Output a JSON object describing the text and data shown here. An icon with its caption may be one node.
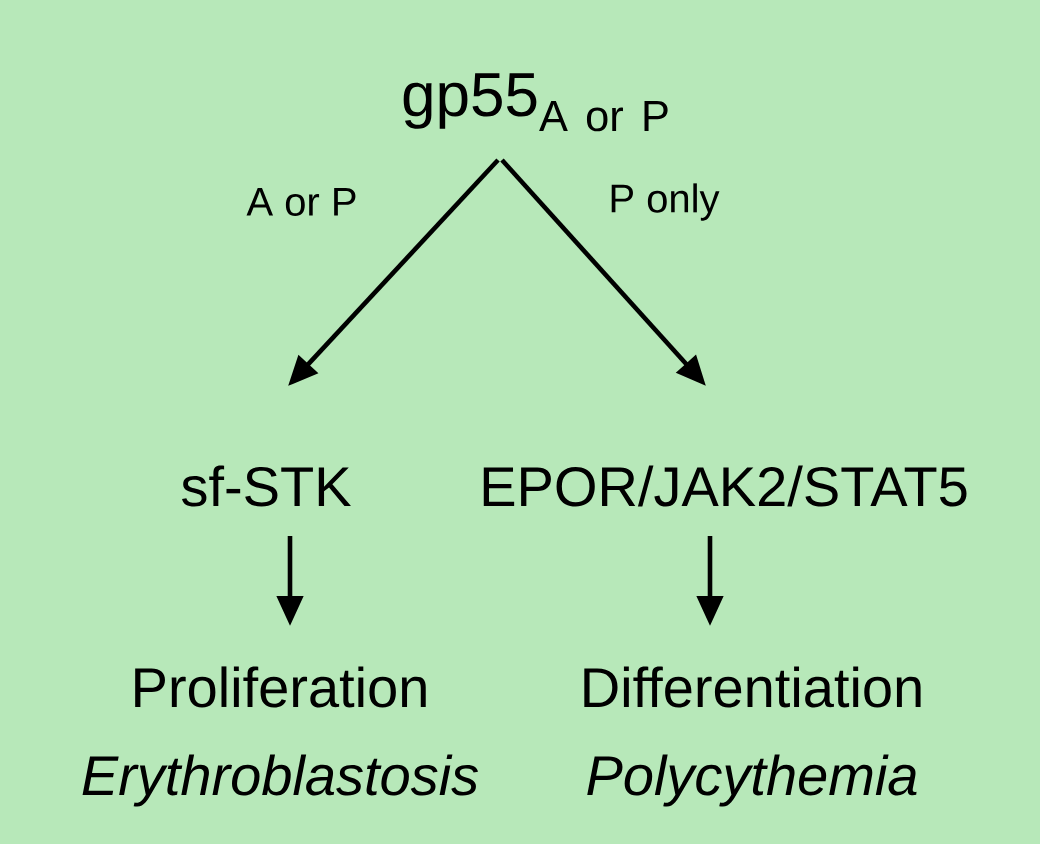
{
  "diagram": {
    "nodes": [
      {
        "text": [
          "\\mathrm{gp55}_{\\mathrm{A\\ or\\ P}}"
        ]
      },
      {
        "text": [
          "sf-STK"
        ]
      },
      {
        "text": [
          "EPOR/JAK2/STAT5"
        ]
      },
      {
        "text": [
          "Proliferation",
          "Erythroblastosis"
        ]
      },
      {
        "text": [
          "Differentiation",
          "Polycythemia"
        ]
      }
    ],
    "edges": [
      {
        "from": 0,
        "to": 1,
        "arrow": "to",
        "label": "A or P"
      },
      {
        "from": 0,
        "to": 2,
        "arrow": "to",
        "label": "P only"
      },
      {
        "from": 1,
        "to": 3,
        "arrow": "to"
      },
      {
        "from": 2,
        "to": 4,
        "arrow": "to"
      }
    ]
  }
}
